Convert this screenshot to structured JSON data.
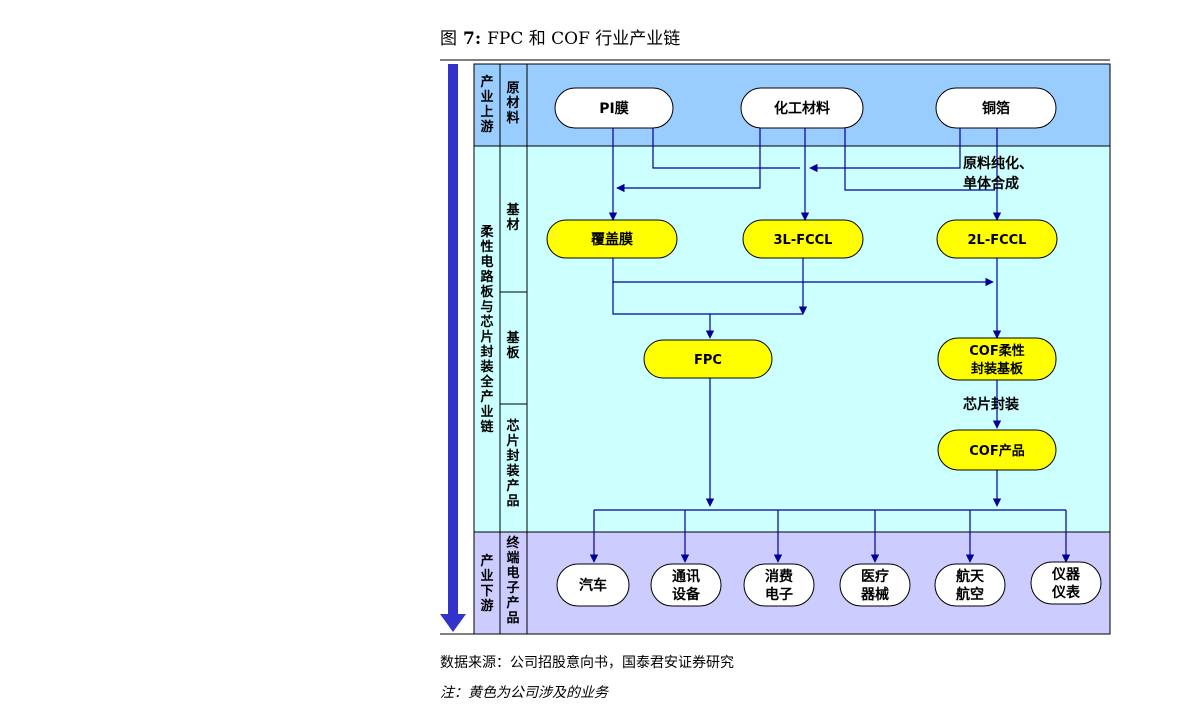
{
  "figure": {
    "prefix": "图",
    "number": "7:",
    "title": "FPC 和 COF 行业产业链"
  },
  "source": "数据来源：公司招股意向书，国泰君安证券研究",
  "note": "注：黄色为公司涉及的业务",
  "colors": {
    "upstream_band": "#99ccff",
    "middle_band": "#ccffff",
    "downstream_band": "#ccccff",
    "company_node": "#ffff00",
    "other_node": "#ffffff",
    "arrow": "#000099",
    "side_arrow": "#3333cc"
  },
  "stages": {
    "upstream": "产业上游",
    "middle": "柔性电路板与芯片封装全产业链",
    "downstream": "产业下游"
  },
  "substages": {
    "raw": "原材料",
    "base_material": "基材",
    "substrate": "基板",
    "chip_products": "芯片封装产品",
    "terminal": "终端电子产品"
  },
  "nodes": {
    "pi_film": "PI膜",
    "chemicals": "化工材料",
    "copper_foil": "铜箔",
    "coverlay": "覆盖膜",
    "fccl_3l": "3L-FCCL",
    "fccl_2l": "2L-FCCL",
    "fpc": "FPC",
    "cof_substrate": [
      "COF柔性",
      "封装基板"
    ],
    "cof_product": "COF产品",
    "auto": "汽车",
    "comm": [
      "通讯",
      "设备"
    ],
    "consumer": [
      "消费",
      "电子"
    ],
    "medical": [
      "医疗",
      "器械"
    ],
    "aero": [
      "航天",
      "航空"
    ],
    "instrument": [
      "仪器",
      "仪表"
    ]
  },
  "edge_labels": {
    "purify": [
      "原料纯化、",
      "单体合成"
    ],
    "chip_pack": "芯片封装"
  }
}
